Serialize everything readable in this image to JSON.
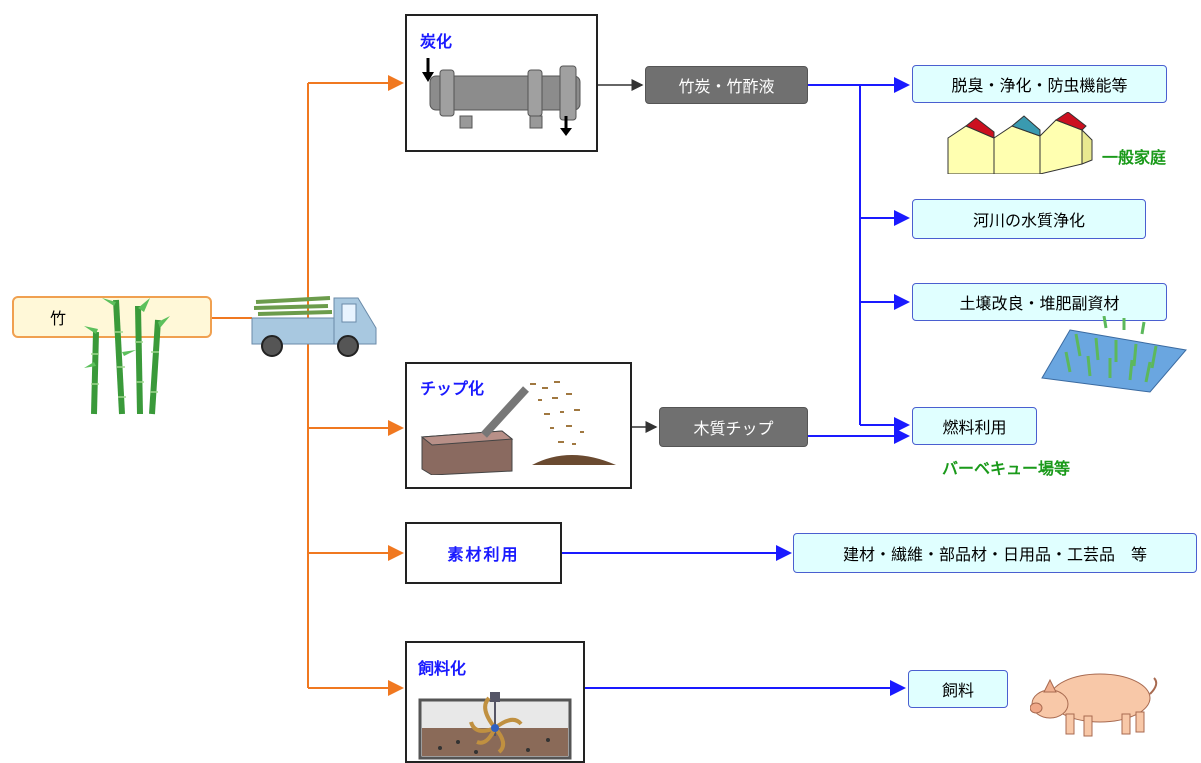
{
  "source": {
    "label": "竹"
  },
  "processes": {
    "carbonization": {
      "title": "炭化"
    },
    "chipping": {
      "title": "チップ化"
    },
    "material_use": {
      "title": "素材利用"
    },
    "feed": {
      "title": "飼料化"
    }
  },
  "intermediates": {
    "charcoal": "竹炭・竹酢液",
    "wood_chip": "木質チップ"
  },
  "uses": {
    "deodorize": "脱臭・浄化・防虫機能等",
    "river": "河川の水質浄化",
    "soil": "土壌改良・堆肥副資材",
    "fuel": "燃料利用",
    "materials": "建材・繊維・部品材・日用品・工芸品　等",
    "feed": "飼料"
  },
  "notes": {
    "household": "一般家庭",
    "barbecue": "バーベキュー場等"
  },
  "colors": {
    "orange_arrow": "#f07820",
    "blue_arrow": "#1a1aff",
    "title_blue": "#1a1aff",
    "note_green": "#1a9a1a",
    "output_fill": "#e0ffff",
    "intermediate_fill": "#707070",
    "source_fill": "#fff8d8"
  }
}
